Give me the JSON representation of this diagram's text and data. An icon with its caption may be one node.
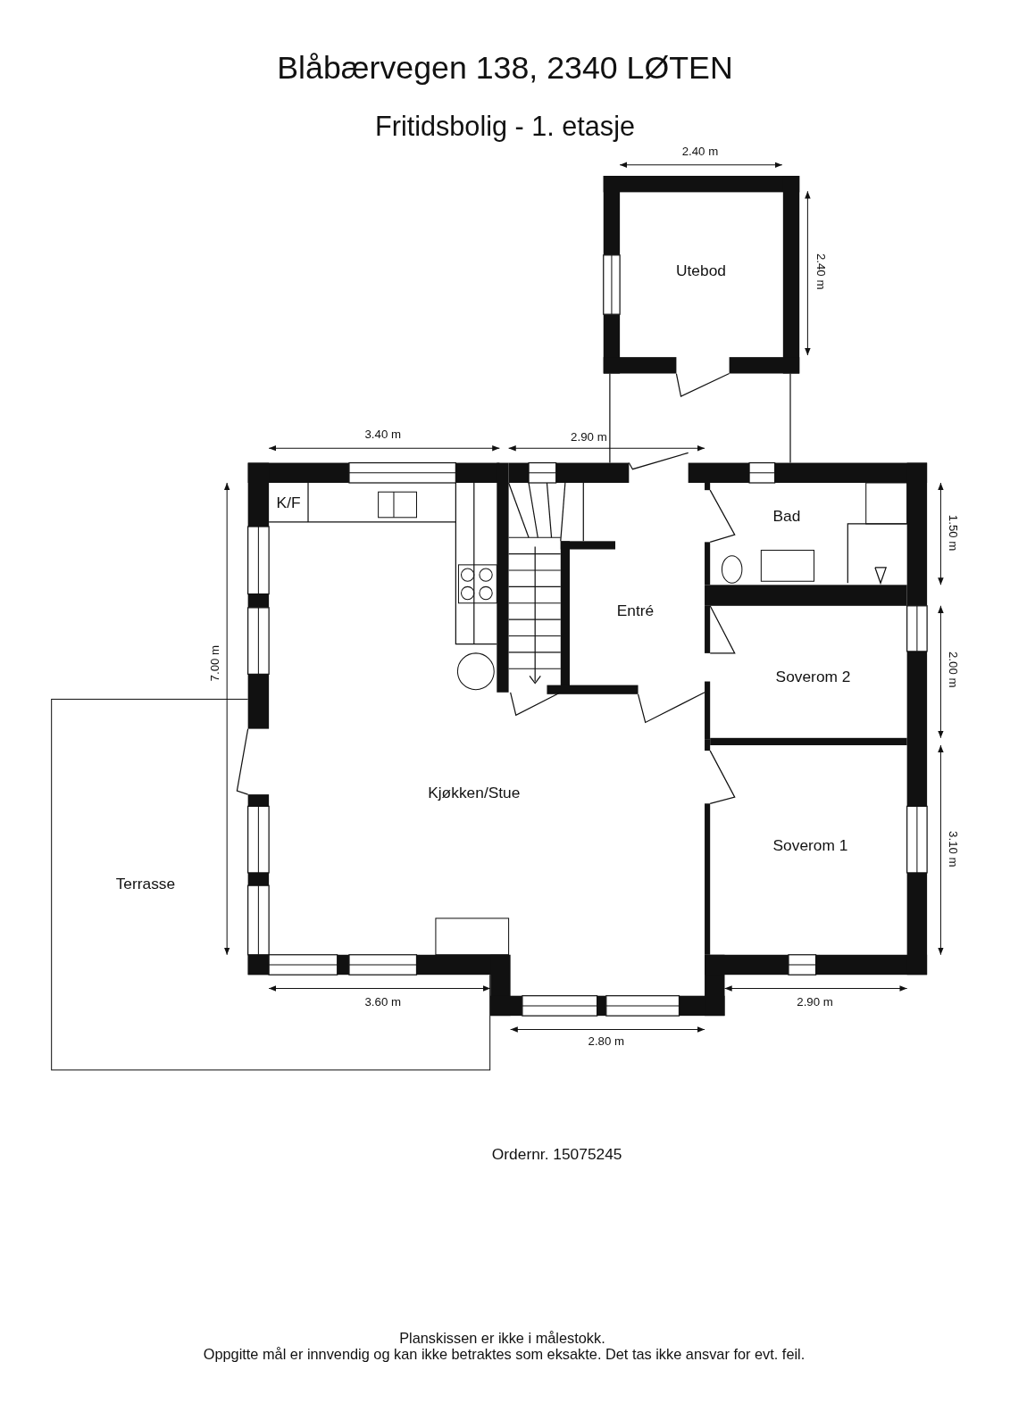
{
  "diagram": {
    "title": "Blåbærvegen 138, 2340 LØTEN",
    "nodes": [
      {
        "text": [
          "K/F"
        ]
      },
      {
        "text": [
          "Terrasse"
        ]
      }
    ],
    "labels": [
      "Fritidsbolig - 1. etasje",
      "2.40 m",
      "Utebod",
      "2.40 m",
      "3.40 m",
      "2.90 m",
      "Bad",
      "1.50 m",
      "Entré",
      "7.00 m",
      "Soverom 2",
      "2.00 m",
      "Kjøkken/Stue",
      "Soverom 1",
      "3.10 m",
      "3.60 m",
      "2.90 m",
      "2.80 m",
      "Ordernr. 15075245",
      "Planskissen er ikke i målestokk.",
      "Oppgitte mål er innvendig og kan ikke betraktes som eksakte. Det tas ikke ansvar for evt. feil."
    ]
  }
}
